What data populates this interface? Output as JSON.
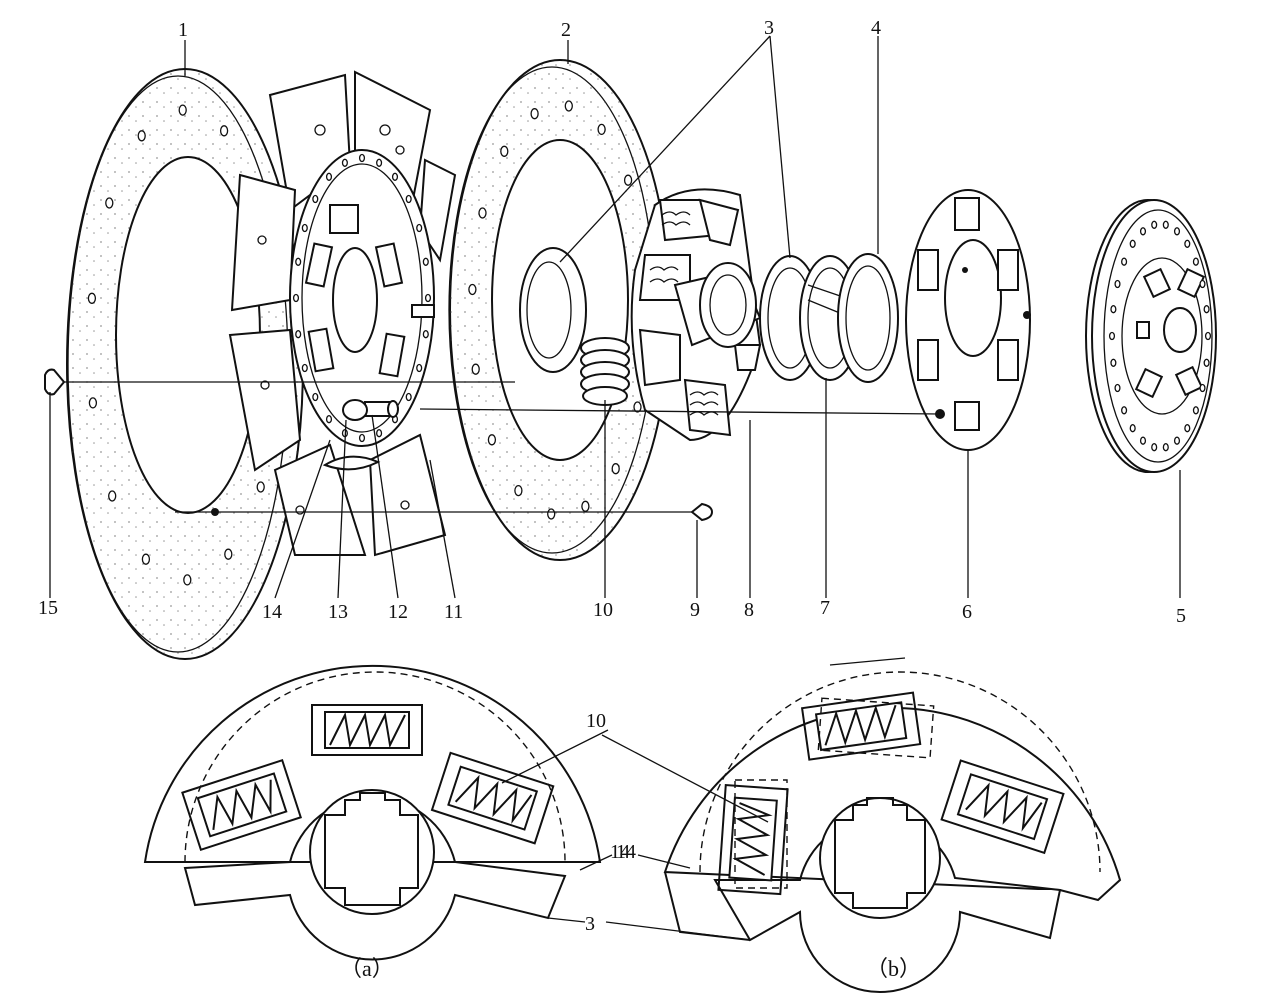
{
  "part_labels": [
    "1",
    "2",
    "3",
    "4",
    "5",
    "6",
    "7",
    "8",
    "9",
    "10",
    "11",
    "12",
    "13",
    "14",
    "15"
  ],
  "inset_labels": {
    "a_spring": "10",
    "a_hub": "14",
    "b_hub": "14",
    "plate": "3"
  },
  "captions": {
    "a": "（a）",
    "b": "（b）"
  }
}
